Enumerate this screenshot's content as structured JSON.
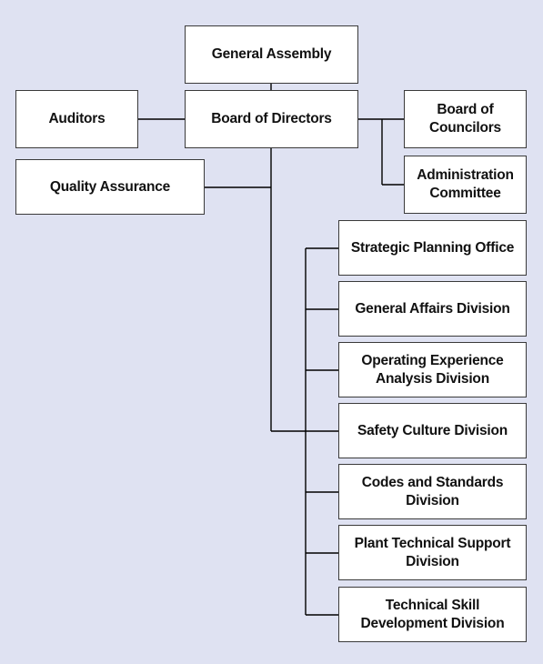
{
  "colors": {
    "background": "#dfe2f2",
    "box_fill": "#ffffff",
    "box_border": "#3a3a3a",
    "connector": "#000000",
    "text": "#111111"
  },
  "org_chart": {
    "general_assembly": "General Assembly",
    "board_of_directors": "Board of Directors",
    "auditors": "Auditors",
    "board_of_councilors": "Board of\nCouncilors",
    "administration_committee": "Administration\nCommittee",
    "quality_assurance": "Quality Assurance",
    "divisions": [
      "Strategic Planning Office",
      "General Affairs Division",
      "Operating Experience\nAnalysis Division",
      "Safety Culture Division",
      "Codes and Standards\nDivision",
      "Plant Technical Support\nDivision",
      "Technical Skill\nDevelopment Division"
    ]
  }
}
